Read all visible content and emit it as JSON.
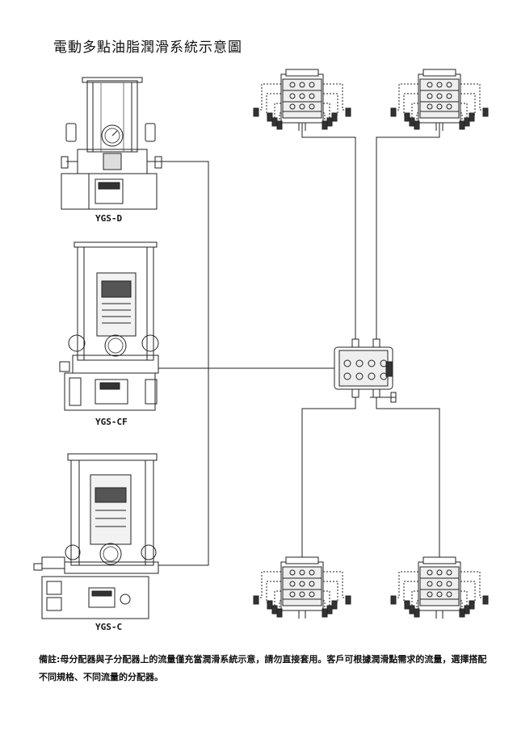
{
  "title": "電動多點油脂潤滑系統示意圖",
  "pumps": [
    {
      "label": "YGS-D"
    },
    {
      "label": "YGS-CF"
    },
    {
      "label": "YGS-C"
    }
  ],
  "note": "備註:母分配器與子分配器上的流量僅充當潤滑系統示意，請勿直接套用。客戶可根據潤滑點需求的流量，選擇搭配不同規格、不同流量的分配器。"
}
